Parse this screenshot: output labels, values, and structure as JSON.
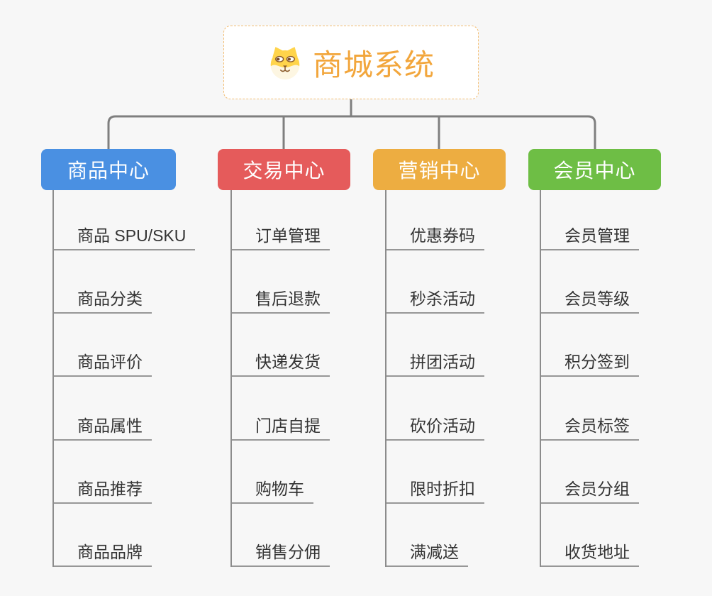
{
  "page": {
    "background_color": "#f7f7f7"
  },
  "root": {
    "title": "商城系统",
    "icon": "shiba-dog-icon",
    "title_color": "#f2a63c",
    "border_color": "#f3bd72"
  },
  "connector_color": "#7f7f7f",
  "underline_color": "#979797",
  "branches": [
    {
      "label": "商品中心",
      "color": "#4a90e2",
      "items": [
        "商品 SPU/SKU",
        "商品分类",
        "商品评价",
        "商品属性",
        "商品推荐",
        "商品品牌"
      ]
    },
    {
      "label": "交易中心",
      "color": "#e55b5b",
      "items": [
        "订单管理",
        "售后退款",
        "快递发货",
        "门店自提",
        "购物车",
        "销售分佣"
      ]
    },
    {
      "label": "营销中心",
      "color": "#edad41",
      "items": [
        "优惠券码",
        "秒杀活动",
        "拼团活动",
        "砍价活动",
        "限时折扣",
        "满减送"
      ]
    },
    {
      "label": "会员中心",
      "color": "#6ebe45",
      "items": [
        "会员管理",
        "会员等级",
        "积分签到",
        "会员标签",
        "会员分组",
        "收货地址"
      ]
    }
  ]
}
